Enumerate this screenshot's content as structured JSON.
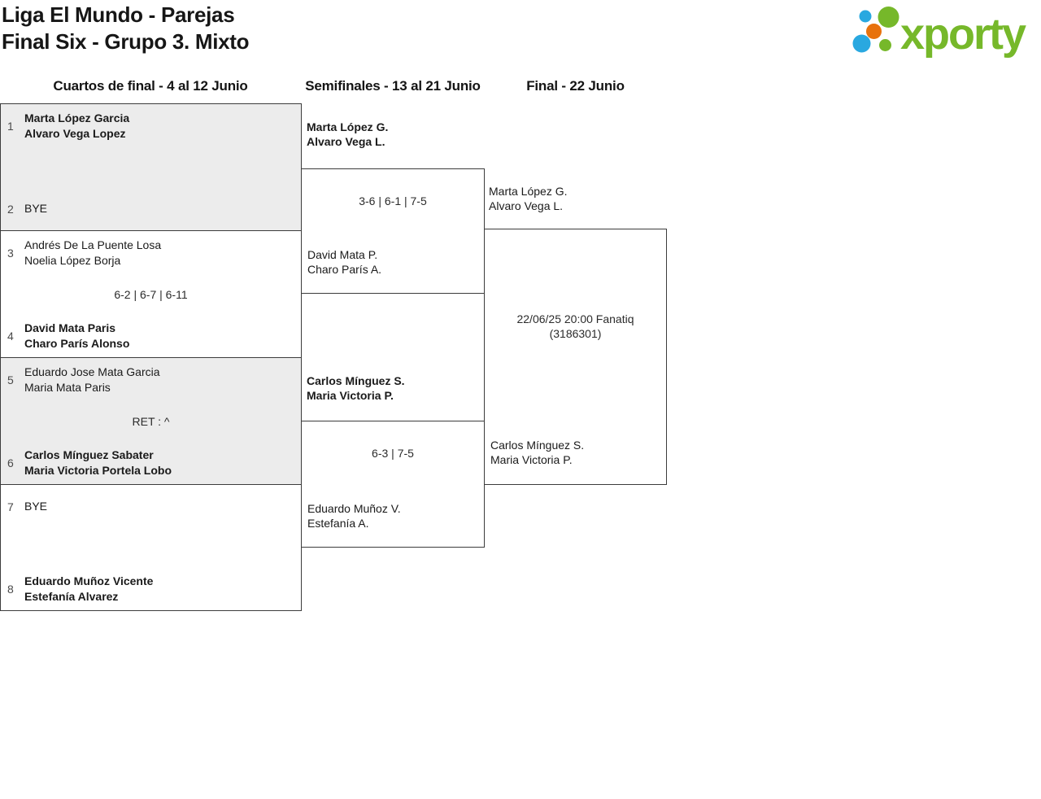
{
  "header": {
    "title": "Liga El Mundo - Parejas",
    "subtitle": "Final Six - Grupo 3. Mixto",
    "logo_text": "xporty",
    "logo_colors": {
      "green": "#76b82a",
      "blue": "#29a8e0",
      "orange": "#e8720c"
    }
  },
  "rounds": [
    {
      "header": "Cuartos de final - 4 al 12 Junio"
    },
    {
      "header": "Semifinales - 13 al 21 Junio"
    },
    {
      "header": "Final - 22 Junio"
    }
  ],
  "quarterfinals": [
    {
      "team1": {
        "seed": "1",
        "line1": "Marta López Garcia",
        "line2": "Alvaro Vega Lopez"
      },
      "score": "",
      "team2": {
        "seed": "2",
        "line1": "BYE",
        "line2": ""
      }
    },
    {
      "team1": {
        "seed": "3",
        "line1": "Andrés De La Puente Losa",
        "line2": "Noelia López Borja"
      },
      "score": "6-2 | 6-7 | 6-11",
      "team2": {
        "seed": "4",
        "line1": "David Mata Paris",
        "line2": "Charo París Alonso"
      }
    },
    {
      "team1": {
        "seed": "5",
        "line1": "Eduardo Jose Mata Garcia",
        "line2": "Maria Mata Paris"
      },
      "score": "RET : ^",
      "team2": {
        "seed": "6",
        "line1": "Carlos Mínguez Sabater",
        "line2": "Maria Victoria Portela Lobo"
      }
    },
    {
      "team1": {
        "seed": "7",
        "line1": "BYE",
        "line2": ""
      },
      "score": "",
      "team2": {
        "seed": "8",
        "line1": "Eduardo Muñoz Vicente",
        "line2": "Estefanía Alvarez"
      }
    }
  ],
  "semifinals": [
    {
      "team1": {
        "line1": "Marta López G.",
        "line2": "Alvaro Vega L."
      },
      "score": "3-6 | 6-1 | 7-5",
      "team2": {
        "line1": "David Mata P.",
        "line2": "Charo París A."
      }
    },
    {
      "team1": {
        "line1": "Carlos Mínguez S.",
        "line2": "Maria Victoria P."
      },
      "score": "6-3 | 7-5",
      "team2": {
        "line1": "Eduardo Muñoz V.",
        "line2": "Estefanía A."
      }
    }
  ],
  "final": {
    "team1": {
      "line1": "Marta López G.",
      "line2": "Alvaro Vega L."
    },
    "info_line1": "22/06/25 20:00 Fanatiq",
    "info_line2": "(3186301)",
    "team2": {
      "line1": "Carlos Mínguez S.",
      "line2": "Maria Victoria P."
    }
  }
}
